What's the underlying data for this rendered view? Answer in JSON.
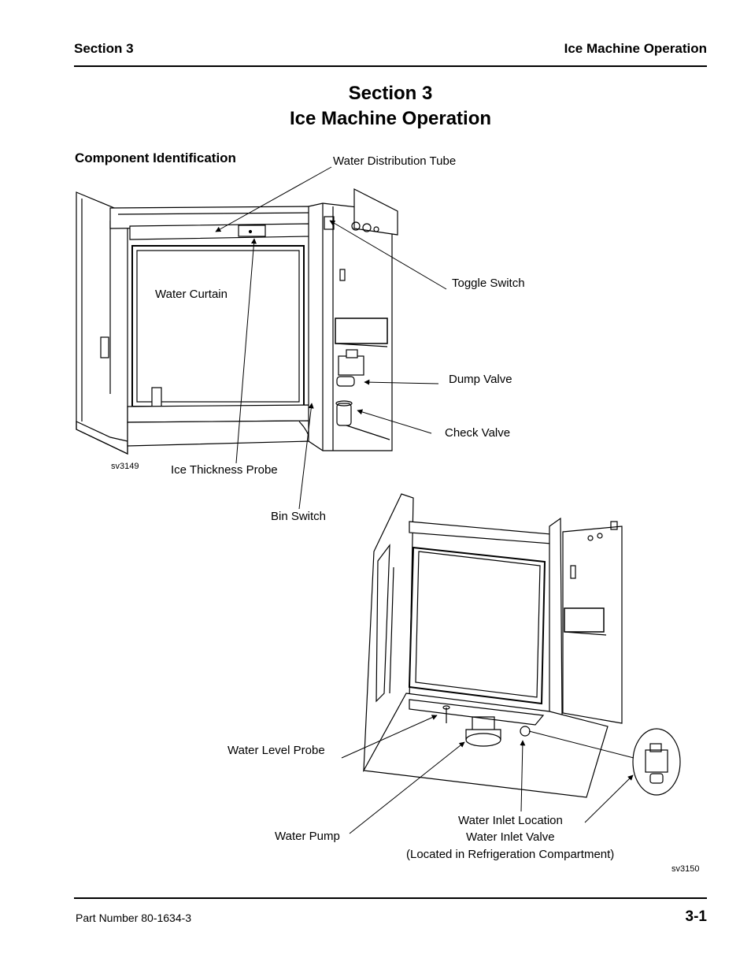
{
  "header": {
    "left": "Section 3",
    "right": "Ice Machine Operation"
  },
  "title": {
    "line1": "Section 3",
    "line2": "Ice Machine Operation"
  },
  "subheading": "Component Identification",
  "figure1": {
    "code": "sv3149",
    "labels": {
      "water_distribution_tube": "Water Distribution Tube",
      "water_curtain": "Water Curtain",
      "toggle_switch": "Toggle Switch",
      "dump_valve": "Dump Valve",
      "check_valve": "Check Valve",
      "ice_thickness_probe": "Ice Thickness Probe",
      "bin_switch": "Bin Switch"
    }
  },
  "figure2": {
    "code": "sv3150",
    "labels": {
      "water_level_probe": "Water Level Probe",
      "water_pump": "Water Pump",
      "water_inlet_location": "Water Inlet Location",
      "water_inlet_valve": "Water Inlet Valve",
      "located_note": "(Located in Refrigeration Compartment)"
    }
  },
  "footer": {
    "part_number": "Part Number 80-1634-3",
    "page": "3-1"
  }
}
